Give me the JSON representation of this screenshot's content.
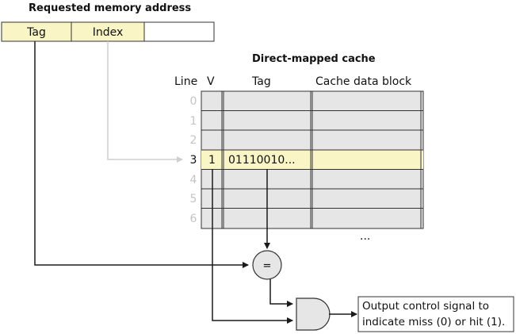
{
  "address": {
    "title": "Requested memory address",
    "fields": [
      "Tag",
      "Index",
      ""
    ]
  },
  "cache": {
    "title": "Direct-mapped cache",
    "headers": {
      "line": "Line",
      "valid": "V",
      "tag": "Tag",
      "data": "Cache data block"
    },
    "lines": [
      "0",
      "1",
      "2",
      "3",
      "4",
      "5",
      "6"
    ],
    "highlighted": {
      "line": "3",
      "valid": "1",
      "tag": "01110010..."
    },
    "more": "..."
  },
  "comparator": {
    "symbol": "="
  },
  "output": {
    "line1": "Output control signal to",
    "line2": "indicate miss (0) or hit (1)."
  },
  "colors": {
    "highlight": "#f9f5c4",
    "cell": "#e6e6e6",
    "faded_arrow": "#cfcfcf",
    "wire": "#1a1a1a"
  }
}
